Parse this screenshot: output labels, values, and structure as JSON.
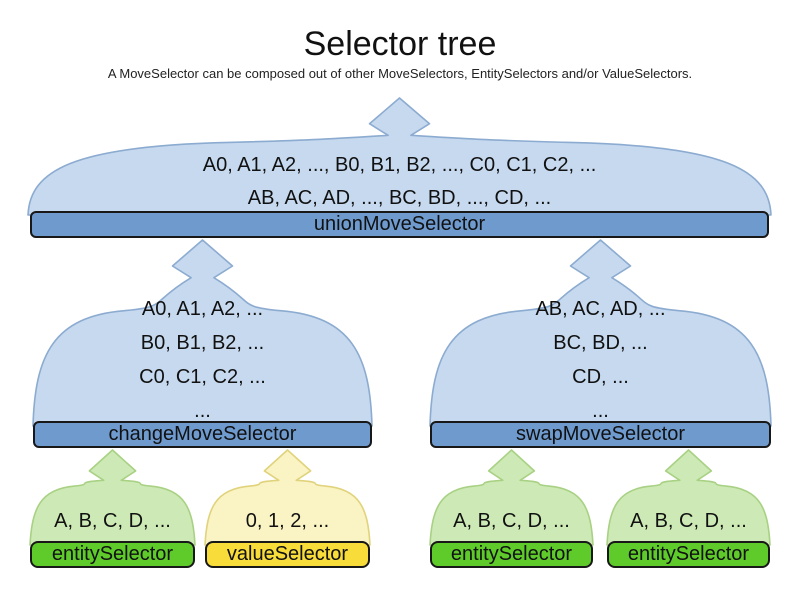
{
  "title": "Selector tree",
  "subtitle": "A MoveSelector can be composed out of other MoveSelectors, EntitySelectors and/or ValueSelectors.",
  "colors": {
    "cloud_blue": "#c6d9ef",
    "cloud_blue_border": "#8cabd0",
    "bar_blue": "#6f9ace",
    "arch_green": "#cdeab6",
    "arch_green_border": "#a9d184",
    "bar_green": "#5fcb2b",
    "arch_yellow": "#faf3c4",
    "arch_yellow_border": "#e0d37c",
    "bar_yellow": "#f8dc3a",
    "bar_border": "#181818"
  },
  "union": {
    "label": "unionMoveSelector",
    "lines": [
      "A0, A1, A2, ..., B0, B1, B2, ..., C0, C1, C2, ...",
      "AB, AC, AD, ..., BC, BD, ..., CD, ..."
    ]
  },
  "change": {
    "label": "changeMoveSelector",
    "lines": [
      "A0, A1, A2, ...",
      "B0, B1, B2, ...",
      "C0, C1, C2, ...",
      "..."
    ]
  },
  "swap": {
    "label": "swapMoveSelector",
    "lines": [
      "AB, AC, AD, ...",
      "BC, BD, ...",
      "CD, ...",
      "..."
    ]
  },
  "leaves": [
    {
      "label": "entitySelector",
      "line": "A, B, C, D, ..."
    },
    {
      "label": "valueSelector",
      "line": "0, 1, 2, ..."
    },
    {
      "label": "entitySelector",
      "line": "A, B, C, D, ..."
    },
    {
      "label": "entitySelector",
      "line": "A, B, C, D, ..."
    }
  ]
}
